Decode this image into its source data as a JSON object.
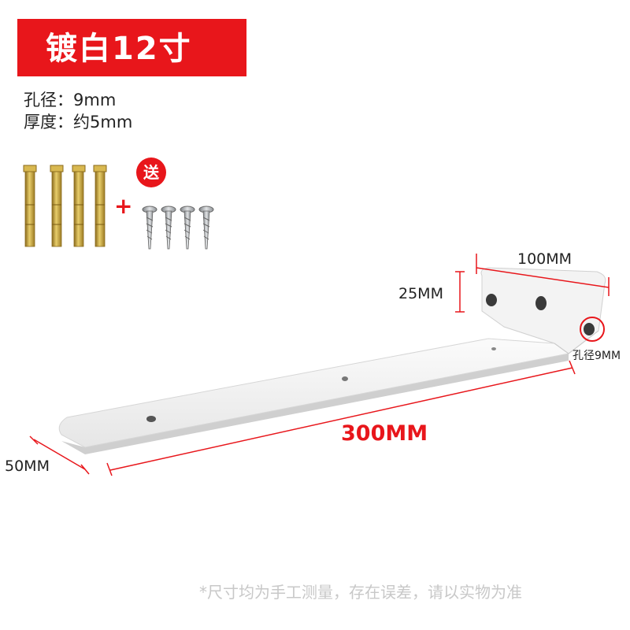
{
  "title": "镀白12寸",
  "specs": {
    "hole_diameter": "孔径：9mm",
    "thickness": "厚度：约5mm"
  },
  "accessories": {
    "gift_badge": "送",
    "plus_sign": "+",
    "anchor_bolt_count": 4,
    "screw_count": 4
  },
  "dimensions": {
    "top_flange_length": "100MM",
    "top_flange_height": "25MM",
    "hole_callout": "孔径9MM",
    "main_length": "300MM",
    "main_width": "50MM"
  },
  "footnote": "*尺寸均为手工测量，存在误差，请以实物为准",
  "colors": {
    "accent_red": "#e8161b",
    "bracket_white": "#f4f4f4",
    "brass": "#c9a640",
    "steel": "#b8bcc0"
  }
}
